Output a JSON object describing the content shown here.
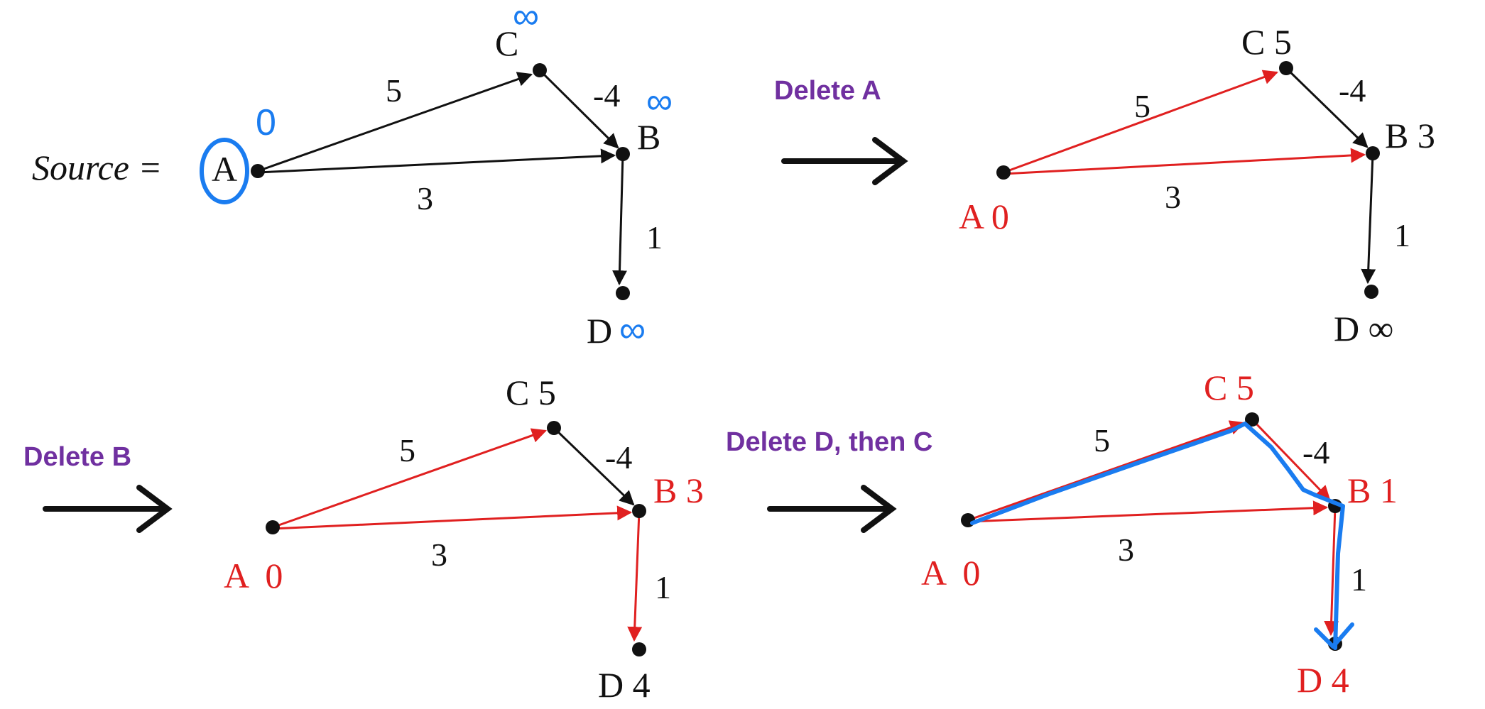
{
  "source_label": "Source =",
  "panels": [
    {
      "nodes": {
        "A": "A",
        "B": "B",
        "C": "C",
        "D": "D"
      },
      "weights": {
        "AC": "5",
        "CB": "-4",
        "AB": "3",
        "BD": "1"
      }
    },
    {
      "step": "Delete A",
      "nodes": {
        "A": "A 0",
        "B": "B 3",
        "C": "C 5",
        "D": "D ∞"
      },
      "weights": {
        "AC": "5",
        "CB": "-4",
        "AB": "3",
        "BD": "1"
      }
    },
    {
      "step": "Delete B",
      "nodes": {
        "A": "A  0",
        "B": "B 3",
        "C": "C 5",
        "D": "D 4"
      },
      "weights": {
        "AC": "5",
        "CB": "-4",
        "AB": "3",
        "BD": "1"
      }
    },
    {
      "step": "Delete D, then C",
      "nodes": {
        "A": "A  0",
        "B": "B 1",
        "C": "C 5",
        "D": "D 4"
      },
      "weights": {
        "AC": "5",
        "CB": "-4",
        "AB": "3",
        "BD": "1"
      }
    }
  ],
  "annotations": {
    "A": "0",
    "B": "∞",
    "C": "∞",
    "D": "∞"
  },
  "colors": {
    "black": "#111111",
    "red": "#e02020",
    "step": "#7030a0",
    "ink": "#1a7cf0"
  }
}
